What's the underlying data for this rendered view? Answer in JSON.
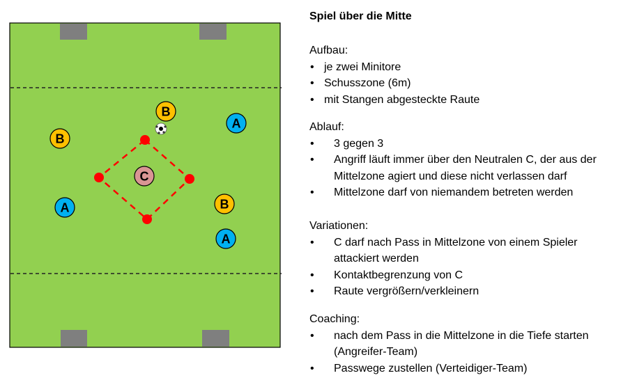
{
  "title": "Spiel über die Mitte",
  "sections": {
    "aufbau": {
      "heading": "Aufbau:",
      "items": [
        "je zwei Minitore",
        "Schusszone (6m)",
        "mit Stangen abgesteckte Raute"
      ]
    },
    "ablauf": {
      "heading": "Ablauf:",
      "items": [
        "3 gegen 3",
        "Angriff läuft immer über den Neutralen C, der aus der",
        "Mittelzone agiert und diese nicht verlassen darf",
        "Mittelzone darf von niemandem betreten werden"
      ]
    },
    "variationen": {
      "heading": "Variationen:",
      "items": [
        "C darf nach Pass in Mittelzone von einem Spieler",
        "attackiert werden",
        "Kontaktbegrenzung von C",
        "Raute vergrößern/verkleinern"
      ]
    },
    "coaching": {
      "heading": "Coaching:",
      "items": [
        "nach dem Pass in die Mittelzone in die Tiefe starten",
        "(Angreifer-Team)",
        "Passwege zustellen (Verteidiger-Team)"
      ]
    }
  },
  "players": {
    "a": "A",
    "b": "B",
    "c": "C"
  },
  "colors": {
    "field": "#92d050",
    "team_a": "#00b0f0",
    "team_b": "#ffc000",
    "neutral": "#d99594",
    "cones": "#ff0000",
    "goal": "#7f7f7f"
  }
}
